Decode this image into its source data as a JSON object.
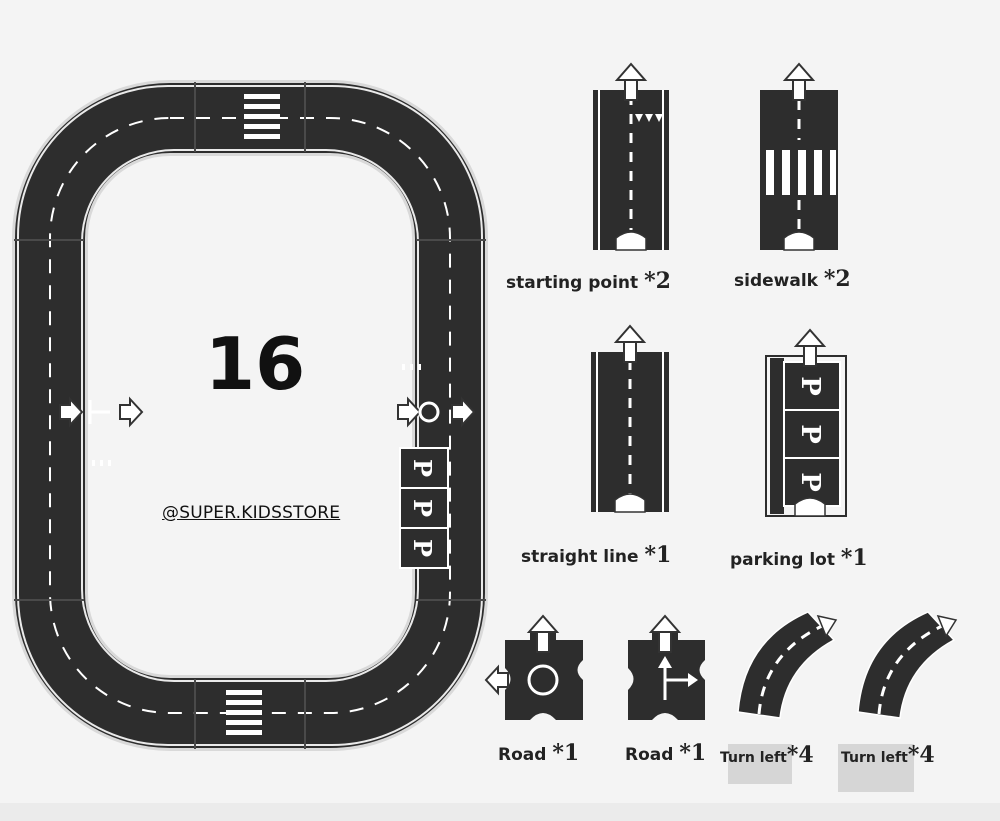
{
  "count_label": "16",
  "brand_handle": "@SUPER.KIDSSTORE",
  "pieces": [
    {
      "name": "starting point",
      "qty": "*2"
    },
    {
      "name": "sidewalk",
      "qty": "*2"
    },
    {
      "name": "straight line",
      "qty": "*1"
    },
    {
      "name": "parking lot",
      "qty": "*1"
    },
    {
      "name": "Road",
      "qty": "*1"
    },
    {
      "name": "Road",
      "qty": "*1"
    },
    {
      "name": "Turn left",
      "qty": "*4"
    },
    {
      "name": "Turn left",
      "qty": "*4"
    }
  ],
  "parking_mark": "P",
  "colors": {
    "road": "#2d2d2d",
    "line": "#ffffff",
    "background": "#f4f4f4",
    "label_box": "#d6d6d6"
  }
}
